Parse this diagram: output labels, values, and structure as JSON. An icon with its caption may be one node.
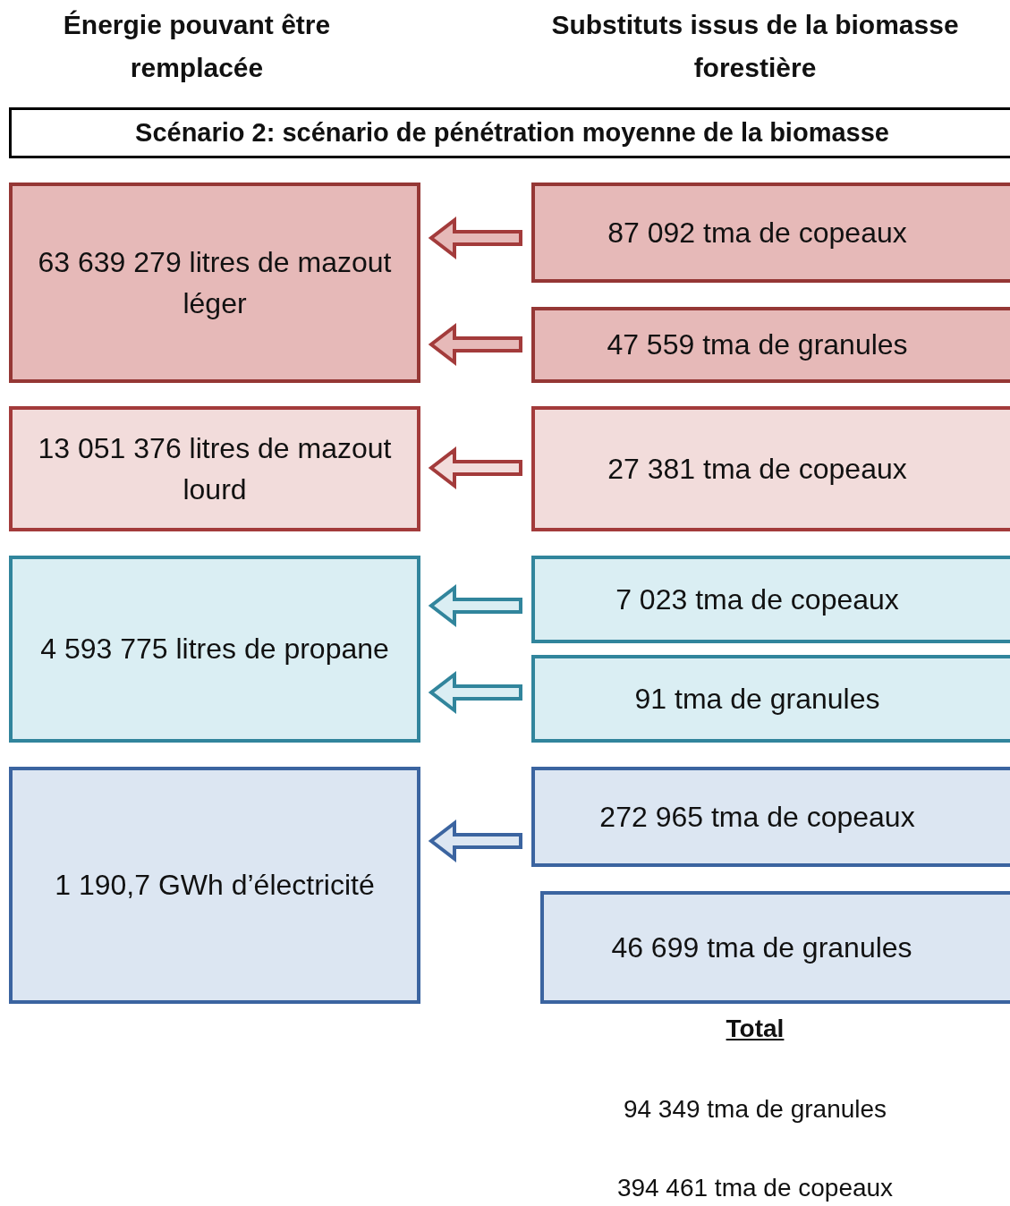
{
  "diagram": {
    "nodes": [
      {
        "text": [
          "Scénario 2: scénario de pénétration moyenne de la biomasse"
        ]
      },
      {
        "text": [
          "63 639 279 litres de mazout léger"
        ]
      },
      {
        "text": [
          "87 092 tma de copeaux"
        ]
      },
      {
        "text": [
          "47 559 tma de granules"
        ]
      },
      {
        "text": [
          "13 051 376 litres de mazout lourd"
        ]
      },
      {
        "text": [
          "27 381 tma de copeaux"
        ]
      },
      {
        "text": [
          "4 593 775 litres de propane"
        ]
      },
      {
        "text": [
          "7 023 tma de copeaux"
        ]
      },
      {
        "text": [
          "91 tma de granules"
        ]
      },
      {
        "text": [
          "1 190,7 GWh d’électricité"
        ]
      },
      {
        "text": [
          "272 965 tma de copeaux"
        ]
      },
      {
        "text": [
          "46 699 tma de granules"
        ]
      }
    ],
    "edges": [
      {
        "from": 2,
        "to": 1,
        "arrow": "to"
      },
      {
        "from": 3,
        "to": 1,
        "arrow": "to"
      },
      {
        "from": 5,
        "to": 4,
        "arrow": "to"
      },
      {
        "from": 7,
        "to": 6,
        "arrow": "to",
        "color": "#31859c"
      },
      {
        "from": 8,
        "to": 6,
        "arrow": "to",
        "color": "#31859c"
      },
      {
        "from": 10,
        "to": 9,
        "arrow": "to",
        "color": "#3b64a0"
      }
    ],
    "labels": [
      "Énergie pouvant être remplacée",
      "Substituts issus de la biomasse forestière",
      "Total",
      "94 349 tma de granules",
      "394 461 tma de copeaux"
    ]
  }
}
